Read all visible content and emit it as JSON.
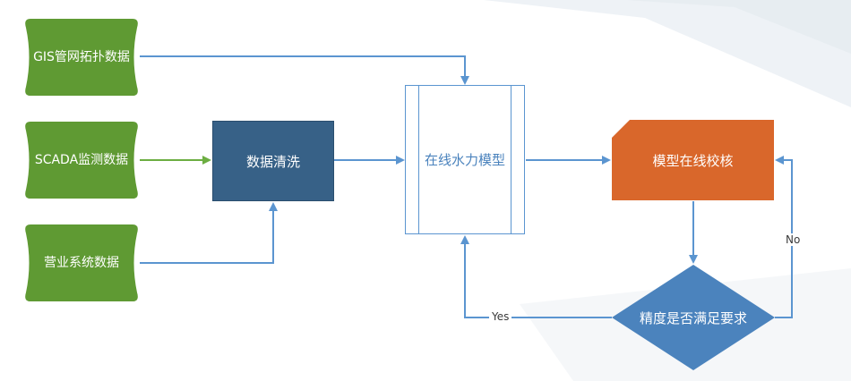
{
  "sources": {
    "gis": "GIS管网拓扑数据",
    "scada": "SCADA监测数据",
    "business": "营业系统数据"
  },
  "process": {
    "cleaning": "数据清洗",
    "model": "在线水力模型",
    "calibration": "模型在线校核",
    "decision": "精度是否满足要求"
  },
  "edge_labels": {
    "yes": "Yes",
    "no": "No"
  },
  "colors": {
    "source_green": "#5f9a33",
    "cleaning_blue": "#376187",
    "calibration_orange": "#d9672b",
    "decision_blue": "#4b83bd",
    "arrow_blue": "#5b95d0",
    "arrow_green": "#6cae42"
  }
}
